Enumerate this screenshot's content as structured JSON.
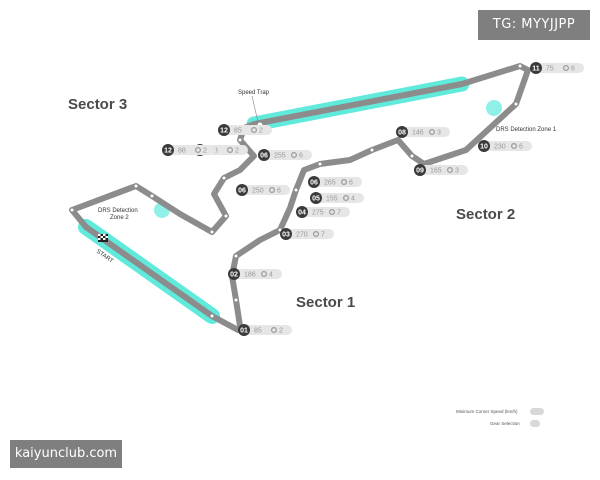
{
  "watermark": "TG: MYYJJPP",
  "site": "kaiyunclub.com",
  "sectors": {
    "s1": "Sector 1",
    "s2": "Sector 2",
    "s3": "Sector 3"
  },
  "labels": {
    "speed_trap": "Speed Trap",
    "drs1": "DRS Detection Zone 1",
    "drs2_line1": "DRS Detection",
    "drs2_line2": "Zone 2",
    "start": "START"
  },
  "legend": {
    "speed": "Minimum Corner Speed (km/h)",
    "gear": "Gear Selection"
  },
  "corners": [
    {
      "num": "01",
      "speed": "85",
      "gear": "2"
    },
    {
      "num": "02",
      "speed": "186",
      "gear": "4"
    },
    {
      "num": "03",
      "speed": "270",
      "gear": "7"
    },
    {
      "num": "04",
      "speed": "275",
      "gear": "7"
    },
    {
      "num": "05",
      "speed": "155",
      "gear": "4"
    },
    {
      "num": "06",
      "speed": "265",
      "gear": "6"
    },
    {
      "num": "08",
      "speed": "146",
      "gear": "3"
    },
    {
      "num": "09",
      "speed": "165",
      "gear": "3"
    },
    {
      "num": "10",
      "speed": "230",
      "gear": "6"
    },
    {
      "num": "11",
      "speed": "75",
      "gear": "6"
    },
    {
      "num": "12",
      "speed": "85",
      "gear": "2"
    },
    {
      "num": "12",
      "speed": "88",
      "gear": "2"
    },
    {
      "num": "12",
      "speed": "88",
      "gear": "2"
    },
    {
      "num": "06",
      "speed": "255",
      "gear": "6"
    },
    {
      "num": "06",
      "speed": "250",
      "gear": "6"
    }
  ],
  "colors": {
    "track": "#8c8c8c",
    "drs": "#43e6d6",
    "corner_dot": "#3a3a3a",
    "sector_text": "#4a4a4a"
  }
}
